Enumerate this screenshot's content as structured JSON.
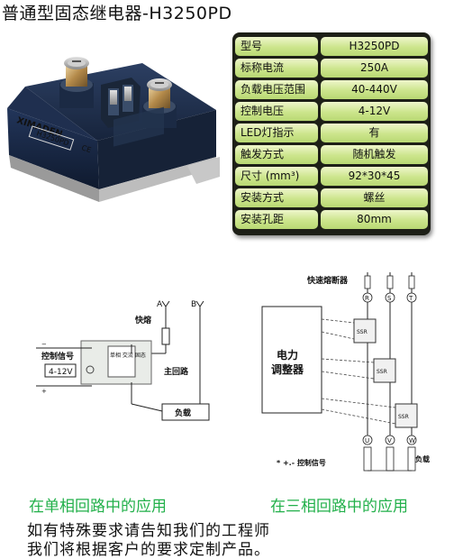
{
  "title": "普通型固态继电器-H3250PD",
  "product": {
    "brand": "XIMADEN",
    "model": "H3250PD",
    "ce": "CE"
  },
  "specs": [
    {
      "key": "型号",
      "value": "H3250PD"
    },
    {
      "key": "标称电流",
      "value": "250A"
    },
    {
      "key": "负载电压范围",
      "value": "40-440V"
    },
    {
      "key": "控制电压",
      "value": "4-12V"
    },
    {
      "key": "LED灯指示",
      "value": "有"
    },
    {
      "key": "触发方式",
      "value": "随机触发"
    },
    {
      "key": "尺寸 (mm³)",
      "value": "92*30*45"
    },
    {
      "key": "安装方式",
      "value": "螺丝"
    },
    {
      "key": "安装孔距",
      "value": "80mm"
    }
  ],
  "single_phase": {
    "phase_a": "A",
    "phase_b": "B",
    "fuse": "快熔",
    "main_loop": "主回路",
    "control_signal": "控制信号",
    "control_voltage": "4-12V",
    "ssr_text": "单相 交流 固态",
    "load": "负载"
  },
  "three_phase": {
    "fast_fuse": "快速熔断器",
    "inputs": [
      "R",
      "S",
      "T"
    ],
    "outputs": [
      "U",
      "V",
      "W"
    ],
    "controller_line1": "电力",
    "controller_line2": "调整器",
    "control_signal": "* +.- 控制信号",
    "load": "负载",
    "ssr_label": "SSR"
  },
  "captions": {
    "single": "在单相回路中的应用",
    "three": "在三相回路中的应用"
  },
  "notes": {
    "line1": "如有特殊要求请告知我们的工程师",
    "line2": "我们将根据客户的要求定制产品。"
  }
}
